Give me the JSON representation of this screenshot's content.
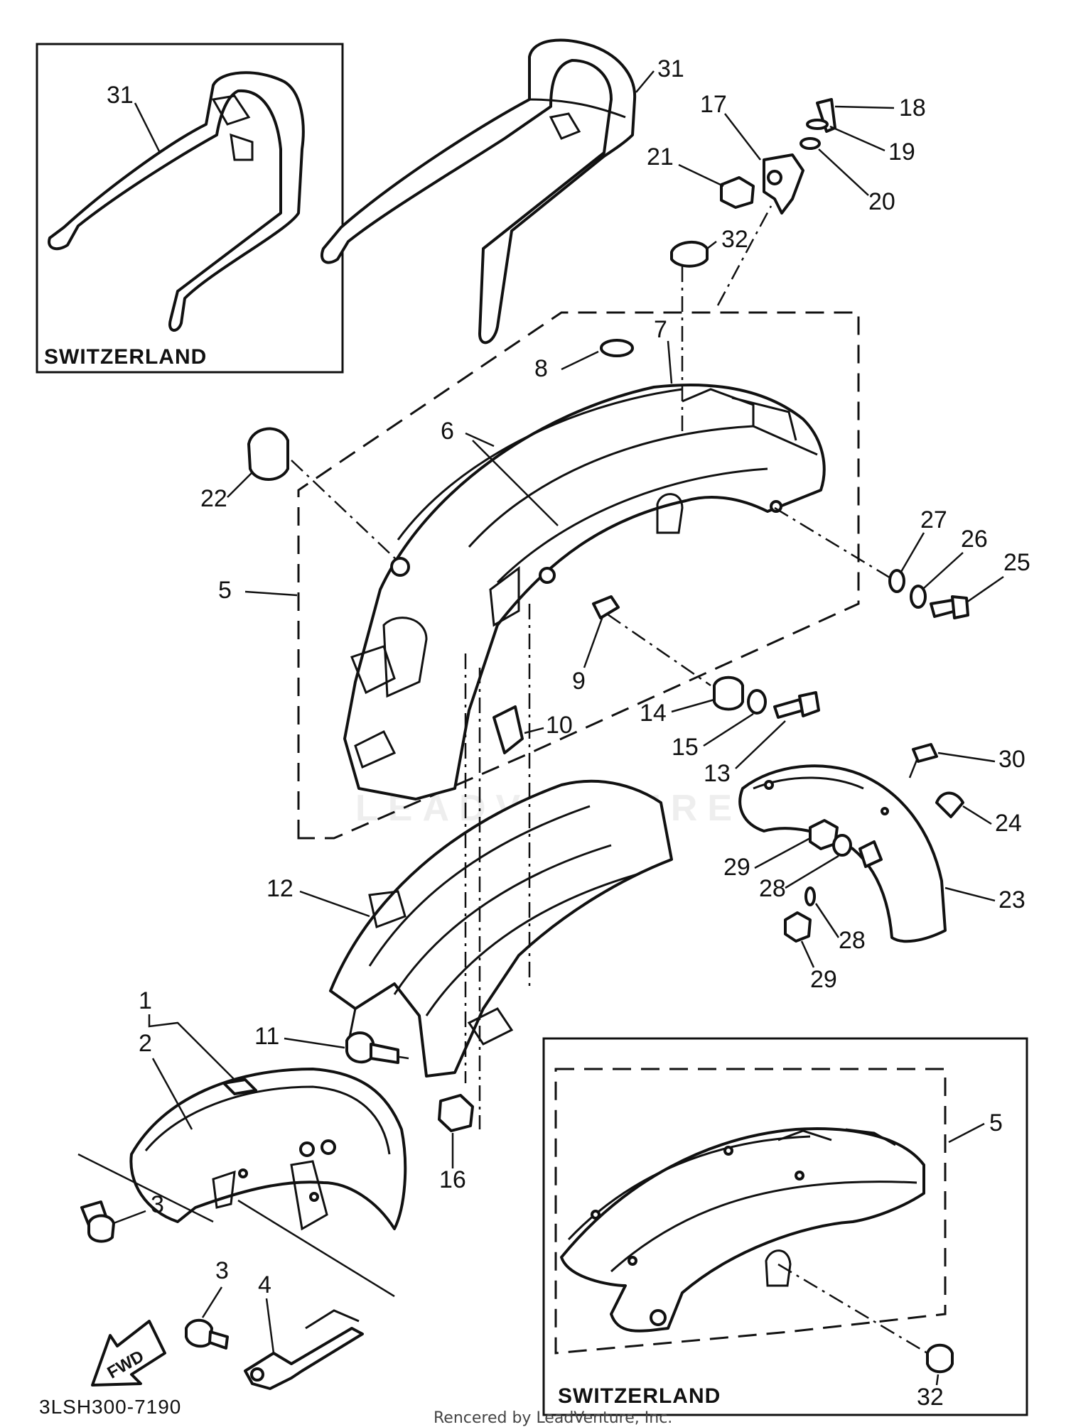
{
  "diagram": {
    "part_code": "3LSH300-7190",
    "footer_credit": "Rencered by LeadVenture, Inc.",
    "watermark": "LEADVENTURE",
    "fwd_label": "FWD",
    "inset_top_left": {
      "caption": "SWITZERLAND"
    },
    "inset_bottom_right": {
      "caption": "SWITZERLAND"
    },
    "callouts": {
      "n1": "1",
      "n2": "2",
      "n3a": "3",
      "n3b": "3",
      "n4": "4",
      "n5a": "5",
      "n5b": "5",
      "n6": "6",
      "n7": "7",
      "n8": "8",
      "n9": "9",
      "n10": "10",
      "n11": "11",
      "n12": "12",
      "n13": "13",
      "n14": "14",
      "n15": "15",
      "n16": "16",
      "n17": "17",
      "n18": "18",
      "n19": "19",
      "n20": "20",
      "n21": "21",
      "n22": "22",
      "n23": "23",
      "n24": "24",
      "n25": "25",
      "n26": "26",
      "n27": "27",
      "n28a": "28",
      "n28b": "28",
      "n29a": "29",
      "n29b": "29",
      "n30": "30",
      "n31a": "31",
      "n31b": "31",
      "n32a": "32",
      "n32b": "32"
    }
  }
}
